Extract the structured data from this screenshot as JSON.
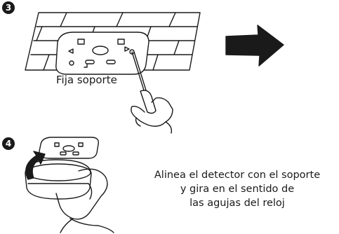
{
  "steps": [
    {
      "number": "3",
      "caption": "Fija soporte"
    },
    {
      "number": "4",
      "caption_lines": [
        "Alinea el detector con el soporte",
        "y gira en el sentido de",
        "las agujas del reloj"
      ]
    }
  ],
  "colors": {
    "ink": "#1a1a1a",
    "paper": "#ffffff"
  },
  "icons": [
    "ceiling-slab",
    "mounting-bracket",
    "screwdriver",
    "hand",
    "right-arrow",
    "rotation-arrow",
    "smoke-detector"
  ]
}
